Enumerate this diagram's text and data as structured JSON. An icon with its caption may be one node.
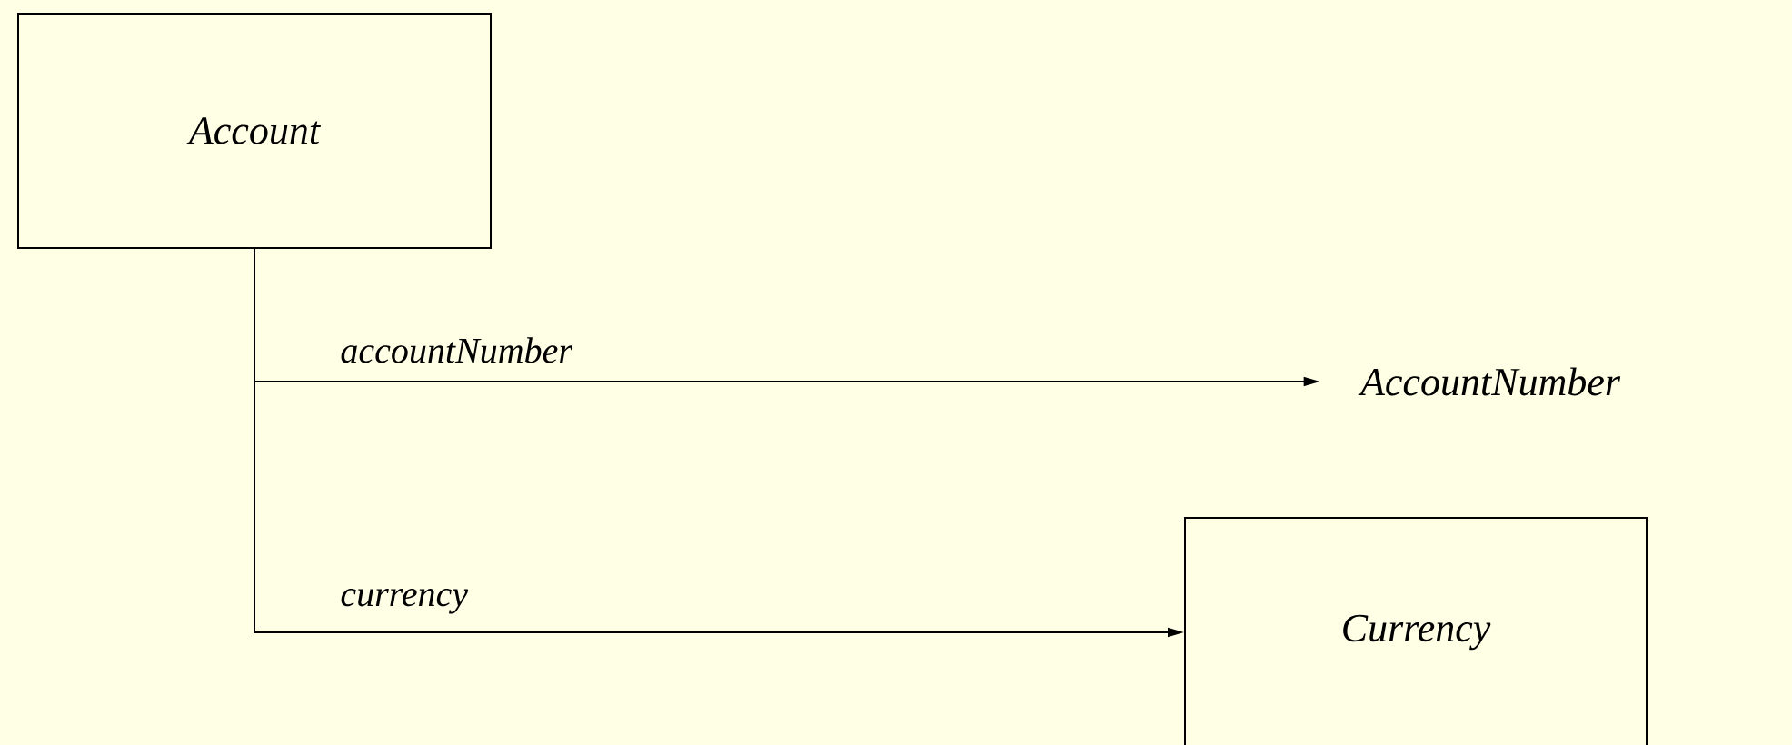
{
  "diagram": {
    "nodes": [
      {
        "text": [
          "Account"
        ]
      },
      {
        "text": [
          "AccountNumber"
        ]
      },
      {
        "text": [
          "Currency"
        ]
      }
    ],
    "edges": [
      {
        "from": 0,
        "to": 1,
        "arrow": "to",
        "label": "accountNumber"
      },
      {
        "from": 0,
        "to": 2,
        "arrow": "to",
        "label": "currency"
      }
    ]
  }
}
